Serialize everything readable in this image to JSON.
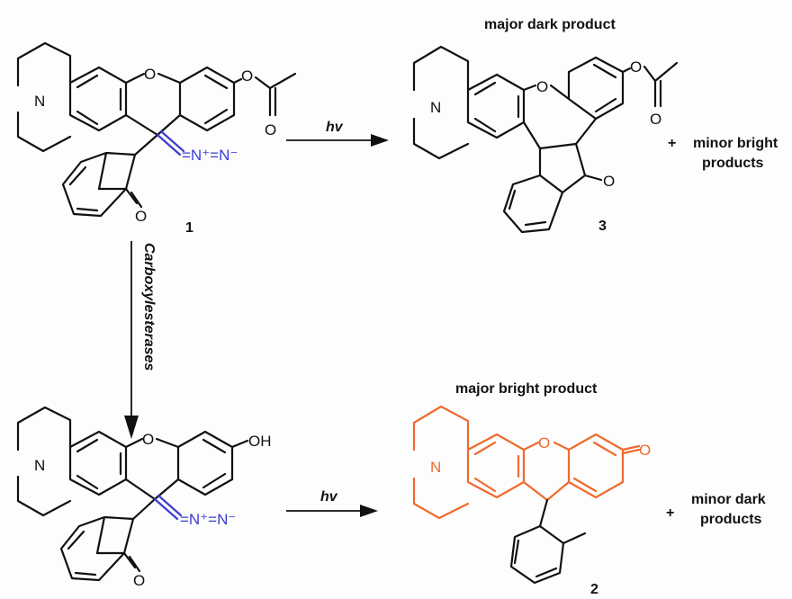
{
  "labels": {
    "major_dark": "major dark product",
    "minor_bright": [
      "minor bright",
      "products"
    ],
    "major_bright": "major bright product",
    "minor_dark": [
      "minor dark",
      "products"
    ],
    "plus": "+",
    "hv": "hv",
    "enzyme": "Carboxylesterases"
  },
  "compounds": {
    "c1": "1",
    "c2": "2",
    "c3": "3"
  },
  "atoms": {
    "N": "N",
    "O": "O",
    "OH": "OH",
    "diazo": "=N⁺=N⁻"
  },
  "colors": {
    "ink": "#111111",
    "diazo": "#3b3bd6",
    "fluorophore": "#f06a2c"
  }
}
